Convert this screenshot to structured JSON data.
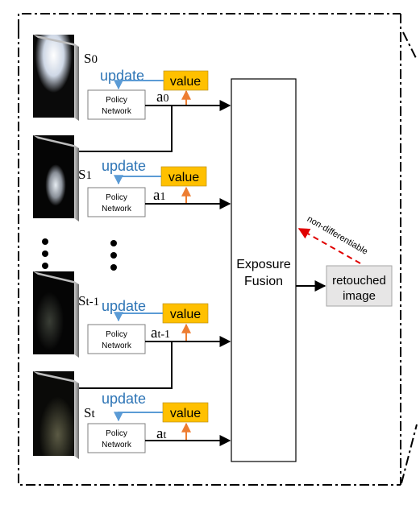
{
  "stages": [
    {
      "state_main": "S",
      "state_sub": "0",
      "action_main": "a",
      "action_sub": "0",
      "update_label": "update",
      "value_label": "value",
      "policy_line1": "Policy",
      "policy_line2": "Network"
    },
    {
      "state_main": "S",
      "state_sub": "1",
      "action_main": "a",
      "action_sub": "1",
      "update_label": "update",
      "value_label": "value",
      "policy_line1": "Policy",
      "policy_line2": "Network"
    },
    {
      "state_main": "S",
      "state_sub": "t-1",
      "action_main": "a",
      "action_sub": "t-1",
      "update_label": "update",
      "value_label": "value",
      "policy_line1": "Policy",
      "policy_line2": "Network"
    },
    {
      "state_main": "S",
      "state_sub": "t",
      "action_main": "a",
      "action_sub": "t",
      "update_label": "update",
      "value_label": "value",
      "policy_line1": "Policy",
      "policy_line2": "Network"
    }
  ],
  "fusion": {
    "line1": "Exposure",
    "line2": "Fusion"
  },
  "output": {
    "line1": "retouched",
    "line2": "image"
  },
  "feedback_label": "non-differentiable",
  "colors": {
    "update": "#2e75b6",
    "update_arrow": "#5b9bd5",
    "value_fill": "#ffc000",
    "value_arrow": "#ed7d31",
    "feedback": "#e00000",
    "output_fill": "#e7e6e6",
    "frame": "#000000"
  }
}
